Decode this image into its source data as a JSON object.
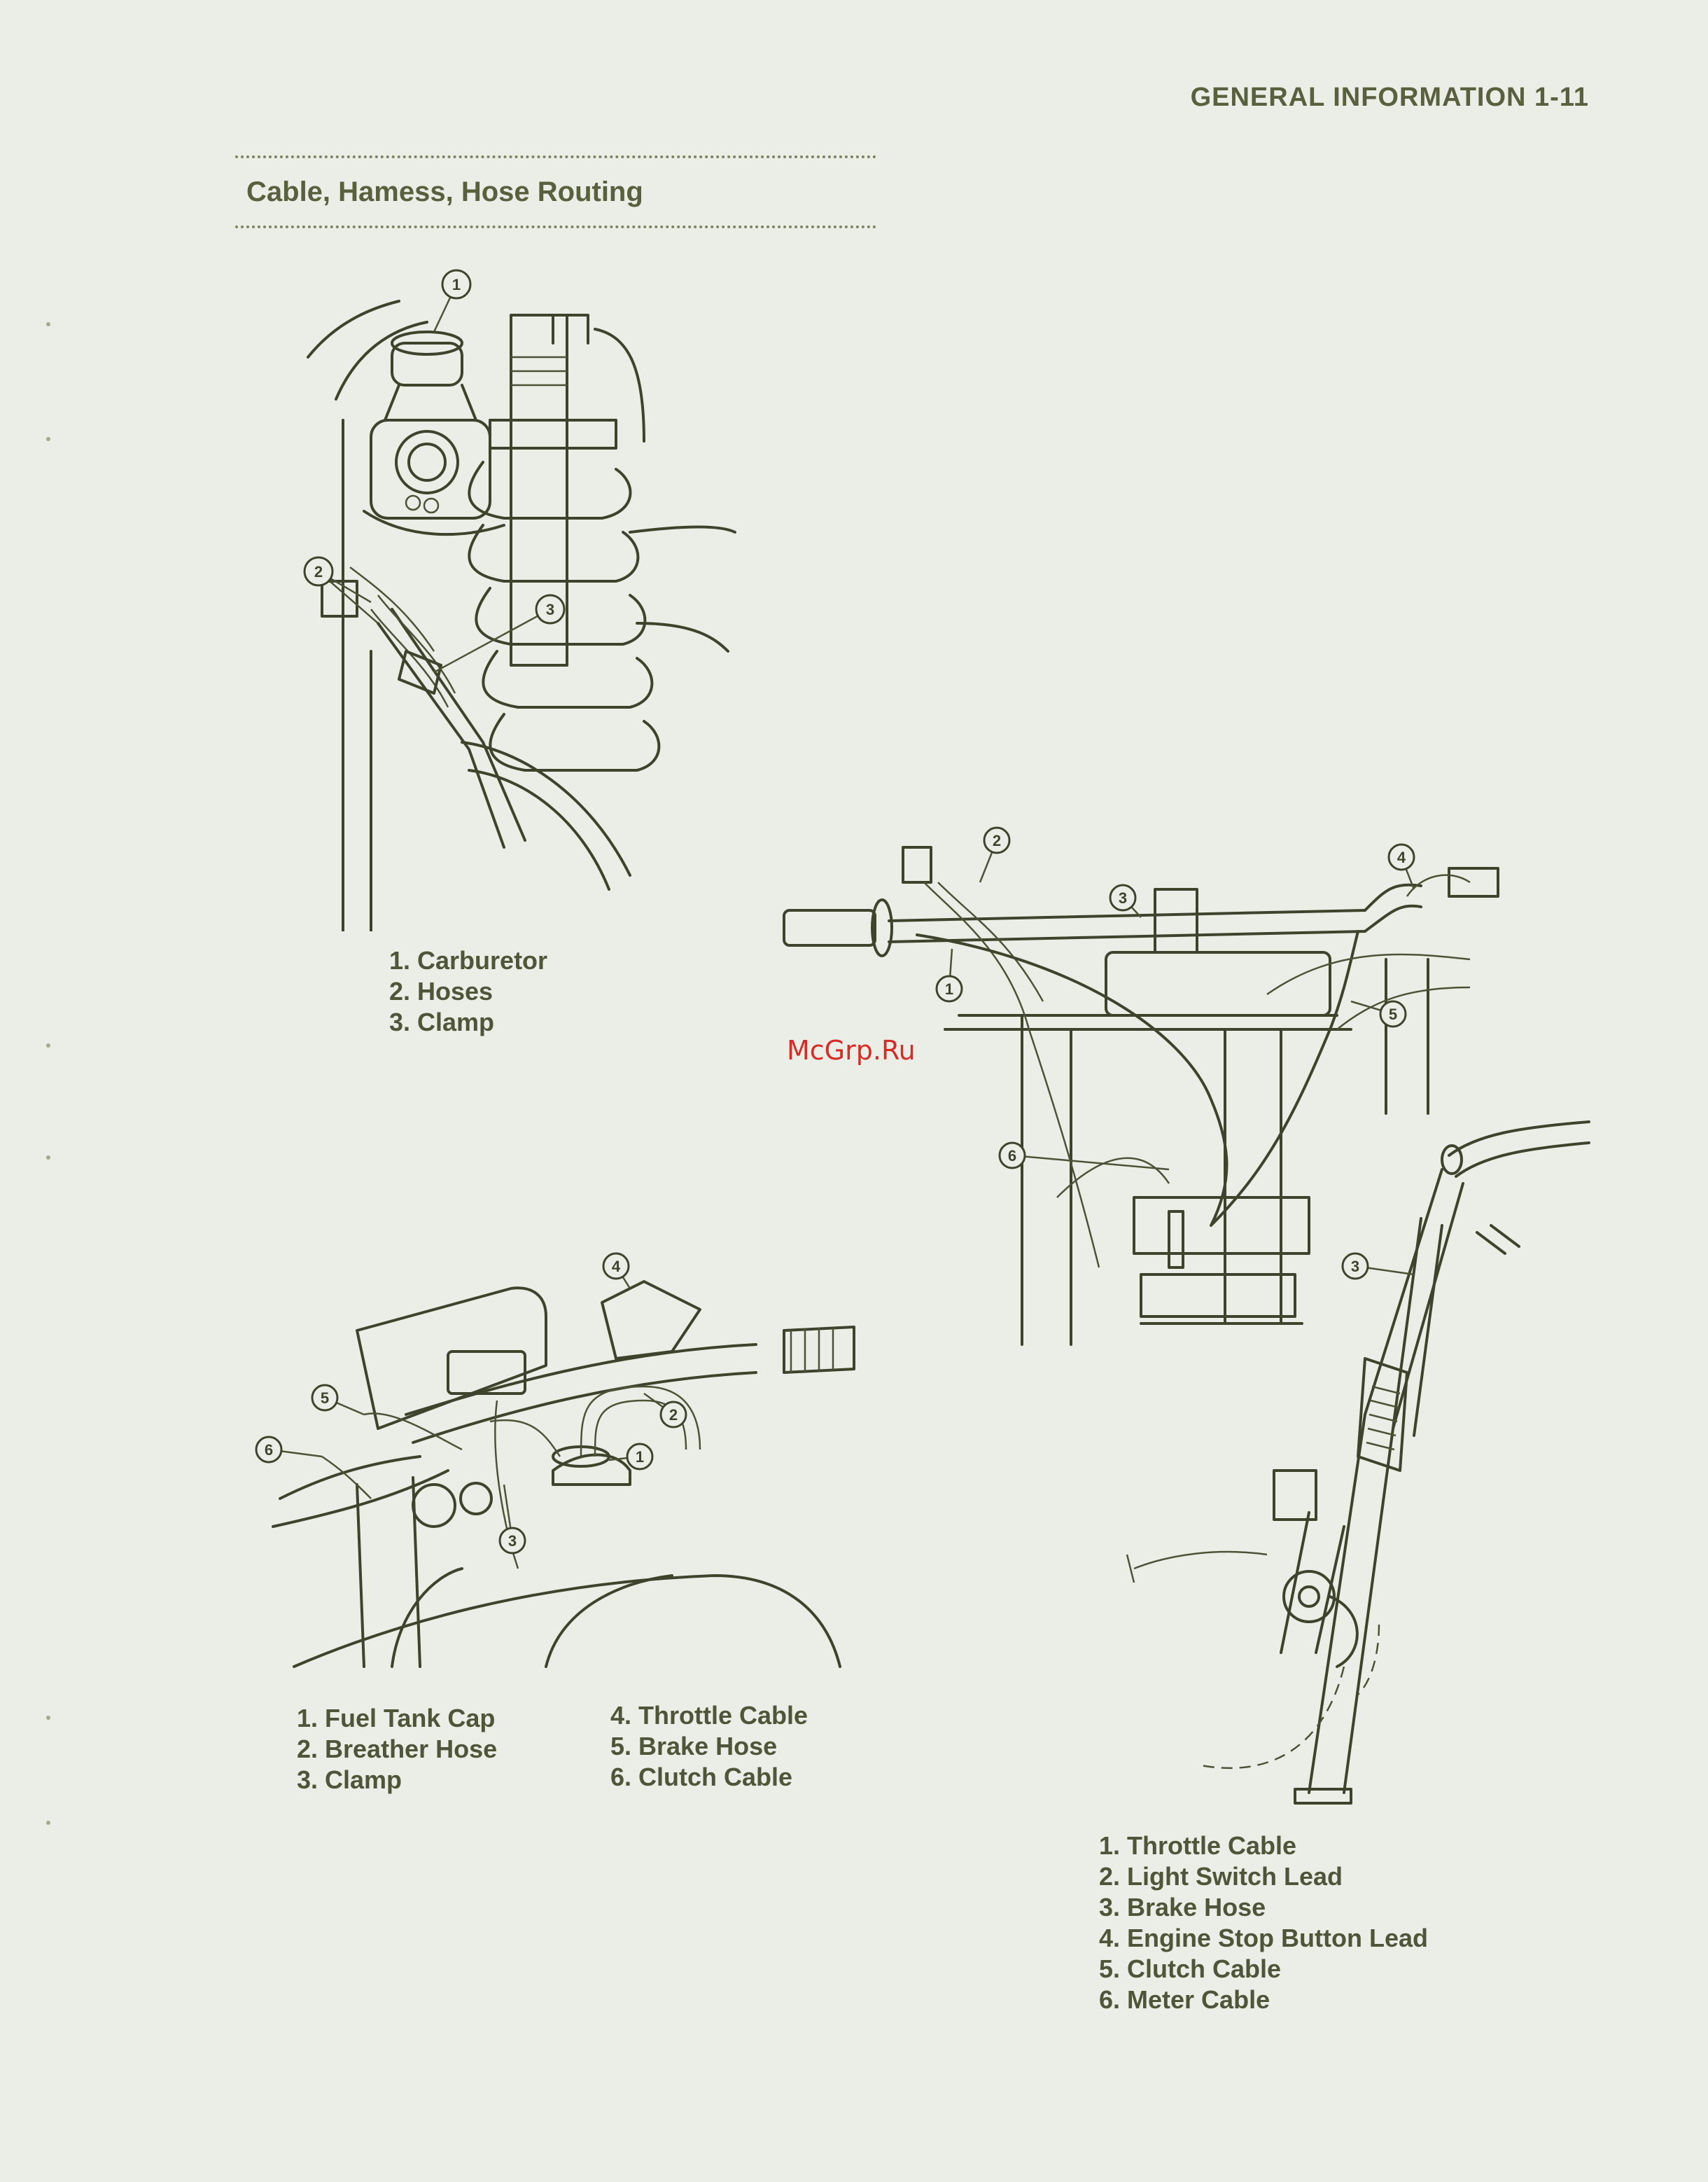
{
  "header": {
    "page_title": "GENERAL INFORMATION 1-11"
  },
  "section": {
    "title": "Cable, Hamess, Hose Routing"
  },
  "figure1": {
    "callouts": [
      "1",
      "2",
      "3"
    ],
    "legend": [
      "1. Carburetor",
      "2. Hoses",
      "3. Clamp"
    ]
  },
  "figure2": {
    "callouts": [
      "1",
      "2",
      "3",
      "4",
      "5",
      "6"
    ],
    "legend": [
      "1. Throttle Cable",
      "2. Light Switch Lead",
      "3. Brake Hose",
      "4. Engine Stop Button Lead",
      "5. Clutch Cable",
      "6. Meter Cable"
    ]
  },
  "figure3": {
    "callouts": [
      "1",
      "2",
      "3",
      "4",
      "5",
      "6"
    ],
    "legend_left": [
      "1. Fuel Tank Cap",
      "2. Breather Hose",
      "3. Clamp"
    ],
    "legend_right": [
      "4. Throttle Cable",
      "5. Brake Hose",
      "6. Clutch Cable"
    ]
  },
  "figure4": {
    "callouts": [
      "3"
    ]
  },
  "watermark": "McGrp.Ru"
}
